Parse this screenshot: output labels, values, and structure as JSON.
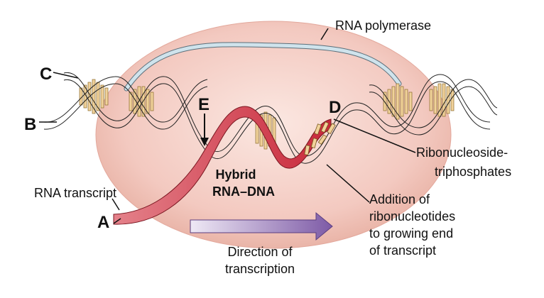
{
  "labels": {
    "a": "A",
    "b": "B",
    "c": "C",
    "d": "D",
    "e": "E",
    "rna_polymerase": "RNA polymerase",
    "rna_transcript": "RNA transcript",
    "ribonucleoside_line1": "Ribonucleoside-",
    "ribonucleoside_line2": "triphosphates",
    "hybrid_line1": "Hybrid",
    "hybrid_line2": "RNA–DNA",
    "addition_line1": "Addition of",
    "addition_line2": "ribonucleotides",
    "addition_line3": "to growing end",
    "addition_line4": "of transcript",
    "direction_line1": "Direction of",
    "direction_line2": "transcription"
  },
  "colors": {
    "polymerase_fill": "#f3c9c0",
    "polymerase_edge": "#e3a89c",
    "bubble_fill": "#cfe3ec",
    "dna_bar": "#f1d29b",
    "dna_bar_edge": "#8a6a2a",
    "rna_fill": "#d23a4a",
    "rna_dark": "#a01e2c",
    "arrow_start": "#e9e0f2",
    "arrow_end": "#7d5aa6"
  }
}
